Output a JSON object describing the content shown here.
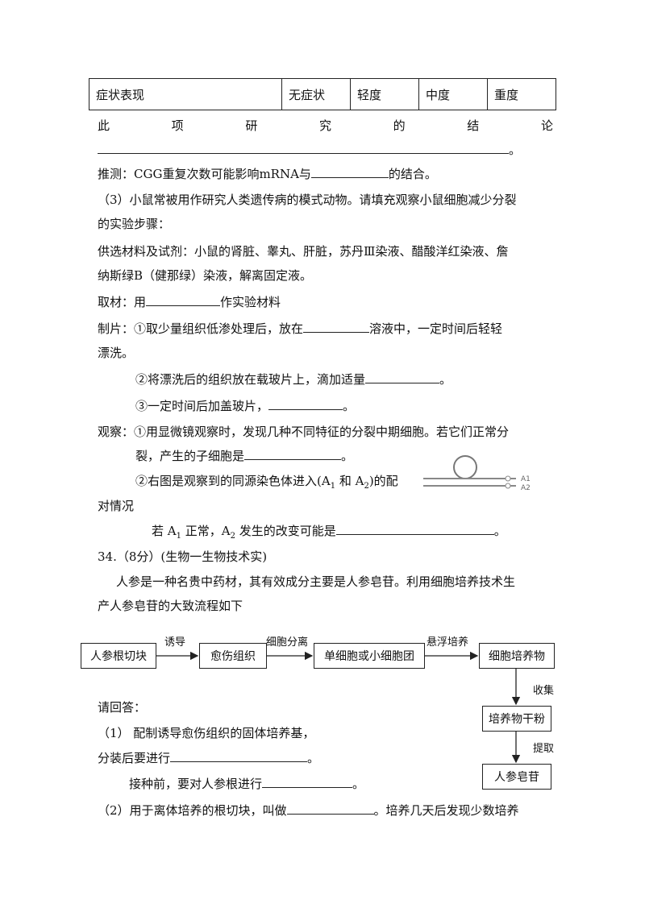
{
  "table": {
    "cells": [
      "症状表现",
      "无症状",
      "轻度",
      "中度",
      "重度"
    ]
  },
  "conclusion_chars": [
    "此",
    "项",
    "研",
    "究",
    "的",
    "结",
    "论"
  ],
  "conclusion_end": "。",
  "inference": {
    "pre": "推测：CGG重复次数可能影响mRNA与",
    "post": "的结合。"
  },
  "q3": {
    "line1": "（3）小鼠常被用作研究人类遗传病的模式动物。请填充观察小鼠细胞减少分裂",
    "line2": "的实验步骤：",
    "materials1": "供选材料及试剂：小鼠的肾脏、睾丸、肝脏，苏丹Ⅲ染液、醋酸洋红染液、詹",
    "materials2": "纳斯绿B（健那绿）染液，解离固定液。",
    "take_pre": "取材：用",
    "take_post": "作实验材料",
    "prep_pre": "制片：①取少量组织低渗处理后，放在",
    "prep_post": "溶液中，一定时间后轻轻",
    "prep_cont": "漂洗。",
    "step2_pre": "②将漂洗后的组织放在载玻片上，滴加适量",
    "step2_post": "。",
    "step3_pre": "③一定时间后加盖玻片，",
    "step3_post": "。",
    "obs1_pre": "观察：①用显微镜观察时，发现几种不同特征的分裂中期细胞。若它们正常分",
    "obs1_cont_pre": "裂，产生的子细胞是",
    "obs1_cont_post": "。",
    "obs2_pre": "②右图是观察到的同源染色体进入(A",
    "obs2_sub1": "1",
    "obs2_mid": " 和 A",
    "obs2_sub2": "2",
    "obs2_post": ")的配",
    "obs2_cont": "对情况",
    "if_pre": "若 A",
    "if_sub1": "1",
    "if_mid": " 正常，A",
    "if_sub2": "2",
    "if_post1": " 发生的改变可能是",
    "if_post2": "。",
    "figure_labels": [
      "A1",
      "A2"
    ]
  },
  "q34": {
    "title": "34.（8分）(生物一生物技术实)",
    "intro1": "人参是一种名贵中药材，其有效成分主要是人参皂苷。利用细胞培养技术生",
    "intro2": "产人参皂苷的大致流程如下"
  },
  "flow": {
    "boxes": [
      "人参根切块",
      "愈伤组织",
      "单细胞或小细胞团",
      "细胞培养物",
      "培养物干粉",
      "人参皂苷"
    ],
    "arrows": [
      "诱导",
      "细胞分离",
      "悬浮培养",
      "收集",
      "提取"
    ]
  },
  "answers": {
    "please": "请回答：",
    "a1_line1": "（1） 配制诱导愈伤组织的固体培养基，",
    "a1_line2_pre": "分装后要进行",
    "a1_line2_post": "。",
    "a1_line3_pre": "接种前，要对人参根进行",
    "a1_line3_post": "。",
    "a2_pre": "（2）用于离体培养的根切块，叫做",
    "a2_post": "。培养几天后发现少数培养"
  }
}
